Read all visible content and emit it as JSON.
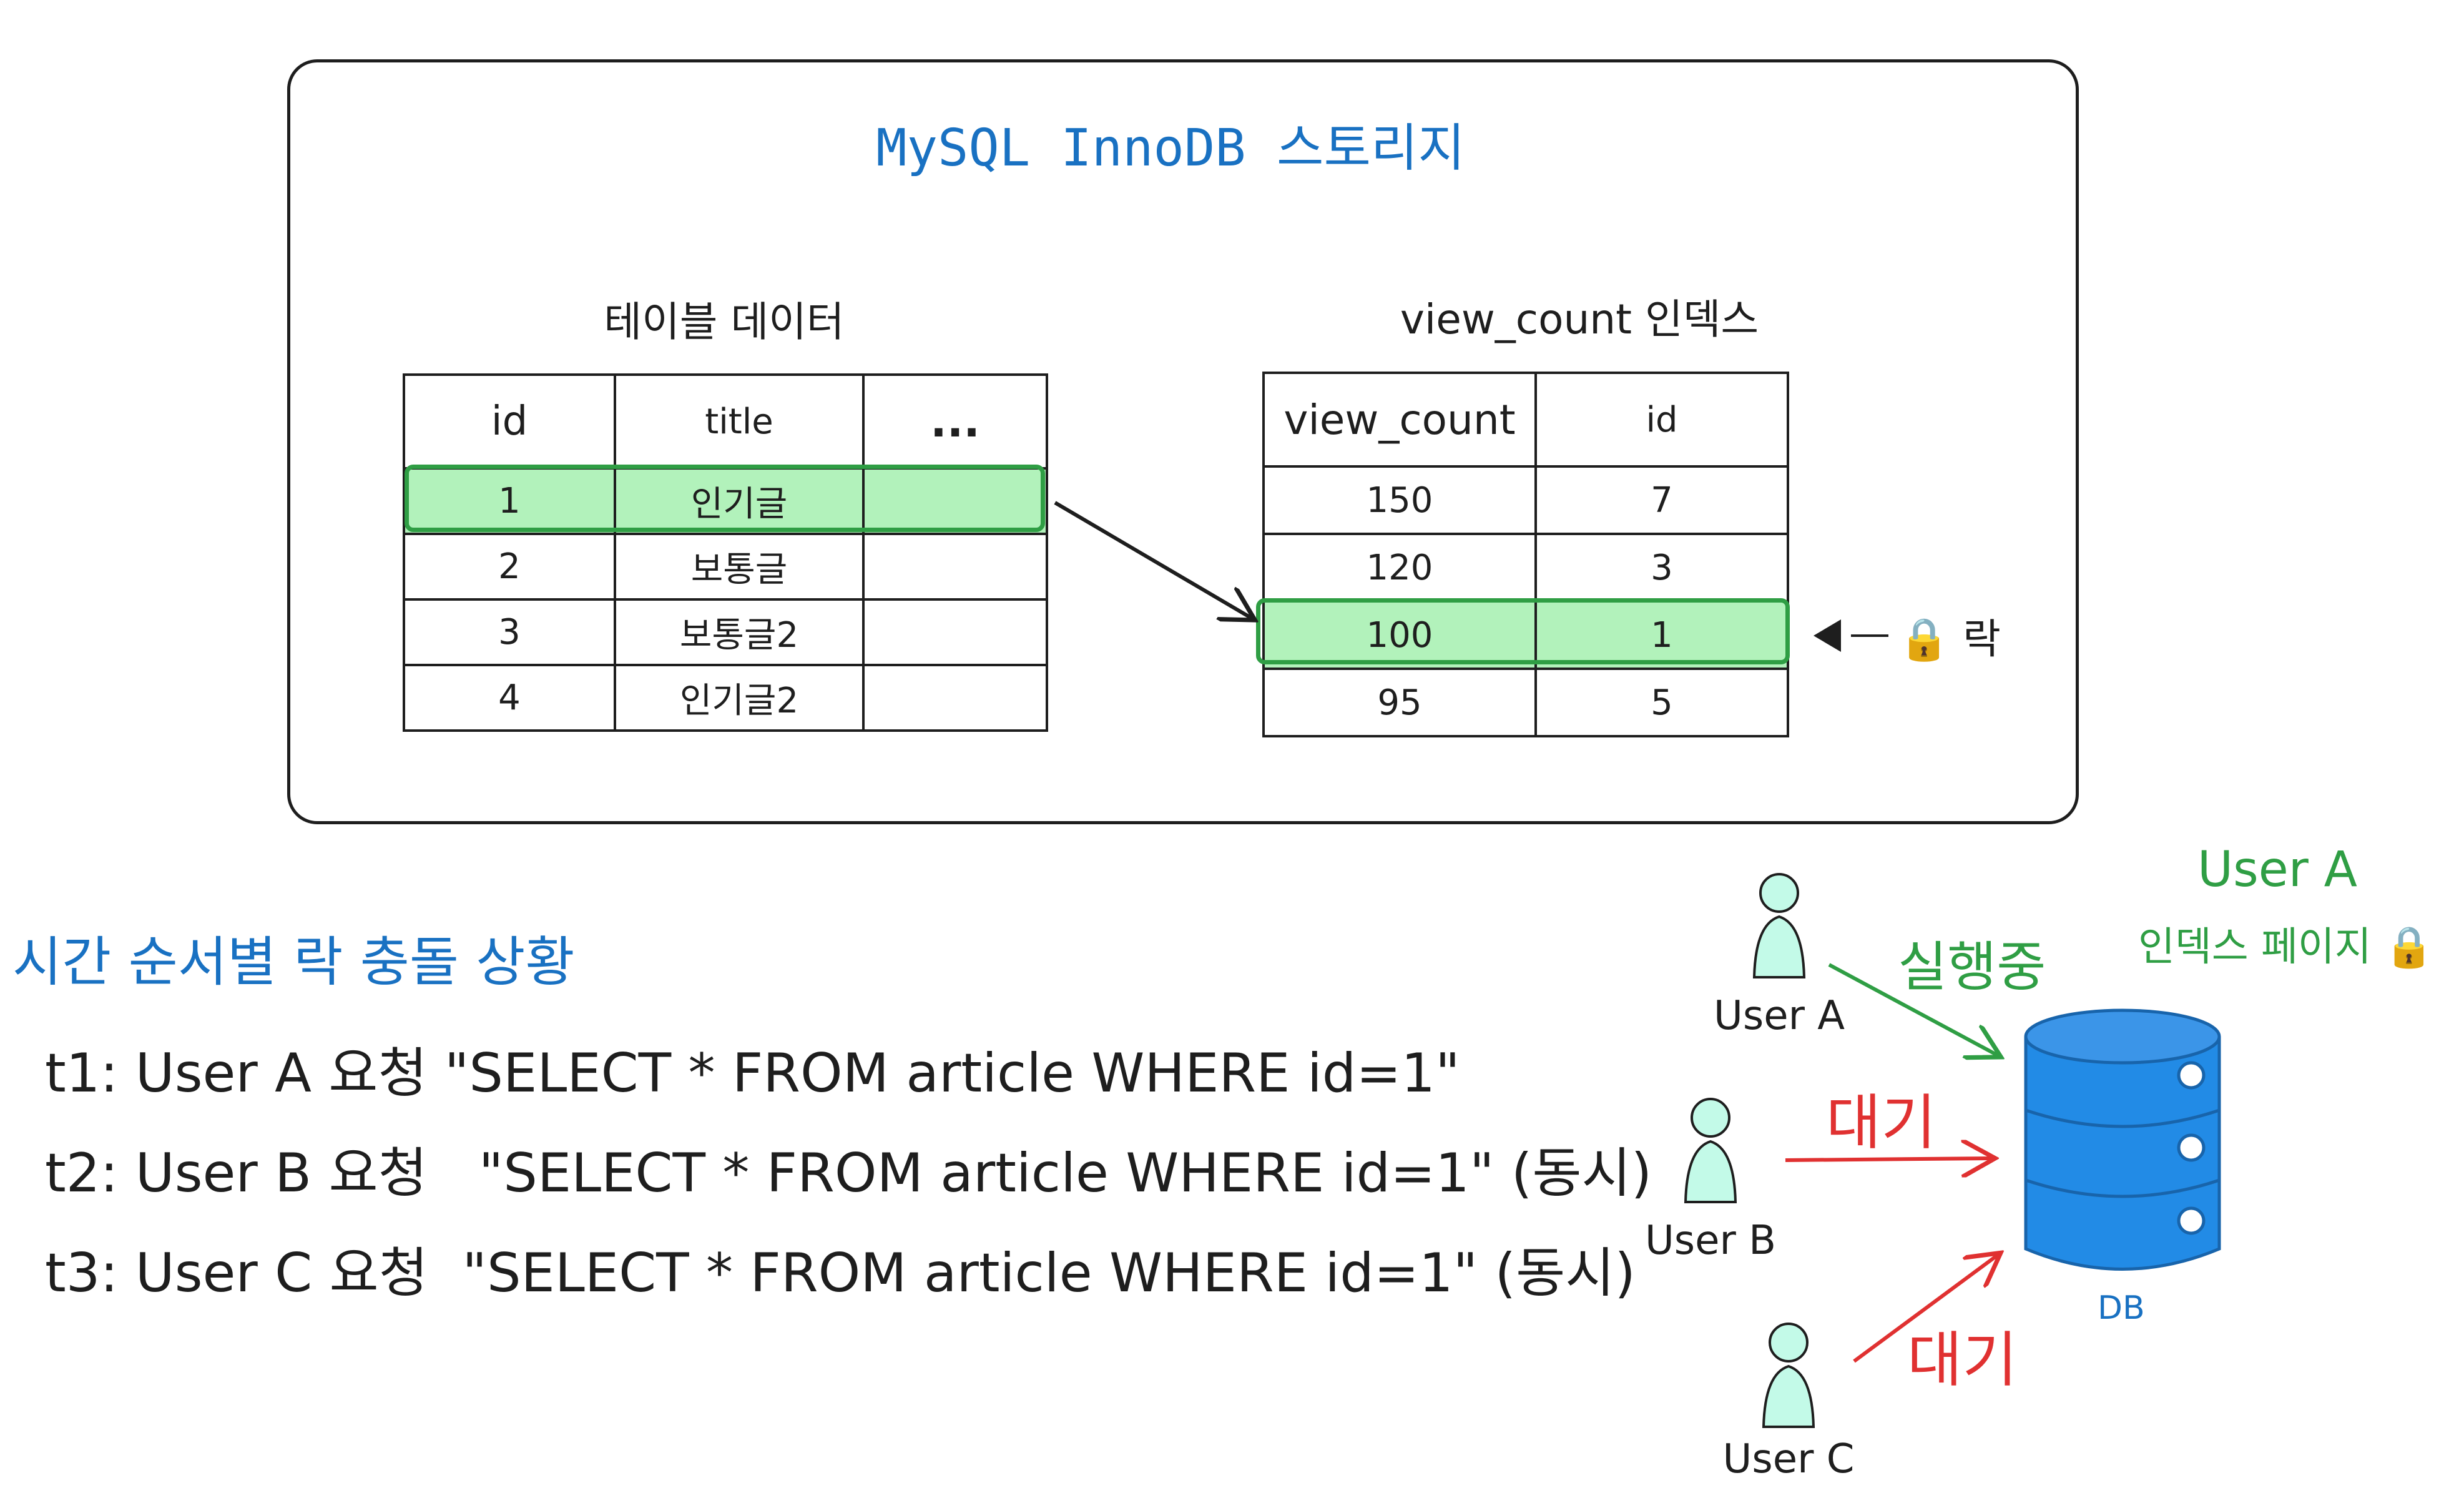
{
  "storage": {
    "title": "MySQL InnoDB 스토리지"
  },
  "table_data": {
    "caption": "테이블 데이터",
    "headers": [
      "id",
      "title",
      "..."
    ],
    "rows": [
      [
        "1",
        "인기글",
        ""
      ],
      [
        "2",
        "보통글",
        ""
      ],
      [
        "3",
        "보통글2",
        ""
      ],
      [
        "4",
        "인기글2",
        ""
      ]
    ],
    "highlighted_row": 0
  },
  "index_data": {
    "caption": "view_count 인덱스",
    "headers": [
      "view_count",
      "id"
    ],
    "rows": [
      [
        "150",
        "7"
      ],
      [
        "120",
        "3"
      ],
      [
        "100",
        "1"
      ],
      [
        "95",
        "5"
      ]
    ],
    "highlighted_row": 2,
    "lock_label": "🔒 락"
  },
  "timeline": {
    "title": "시간 순서별 락 충돌 상황",
    "lines": [
      "t1: User A 요청 \"SELECT * FROM article WHERE id=1\"",
      "t2: User B 요청   \"SELECT * FROM article WHERE id=1\" (동시)",
      "t3: User C 요청  \"SELECT * FROM article WHERE id=1\" (동시)"
    ]
  },
  "users": {
    "a": {
      "label": "User A",
      "status": "실행중"
    },
    "b": {
      "label": "User B",
      "status": "대기"
    },
    "c": {
      "label": "User C",
      "status": "대기"
    }
  },
  "db": {
    "label": "DB",
    "owner_title": "User A",
    "owner_subtitle": "인덱스 페이지 🔒"
  },
  "colors": {
    "title_blue": "#1971c2",
    "highlight_fill": "#b2f2bb",
    "highlight_stroke": "#2f9e44",
    "running_green": "#2f9e44",
    "waiting_red": "#e03131",
    "db_fill": "#228be6",
    "user_fill": "#c3fae8"
  }
}
